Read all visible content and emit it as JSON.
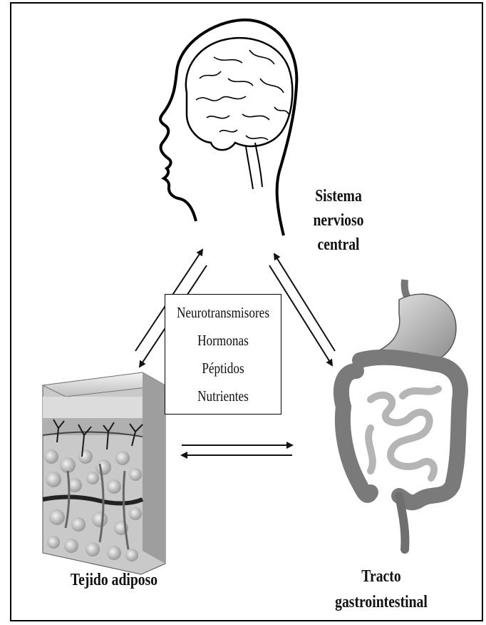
{
  "labels": {
    "cns_line1": "Sistema nervioso",
    "cns_line2": "central",
    "adipose": "Tejido adiposo",
    "gi_line1": "Tracto",
    "gi_line2": "gastrointestinal"
  },
  "signals": [
    "Neurotransmisores",
    "Hormonas",
    "Péptidos",
    "Nutrientes"
  ],
  "icons": {
    "head": "head-brain-icon",
    "adipose": "adipose-tissue-icon",
    "gi": "digestive-tract-icon"
  }
}
